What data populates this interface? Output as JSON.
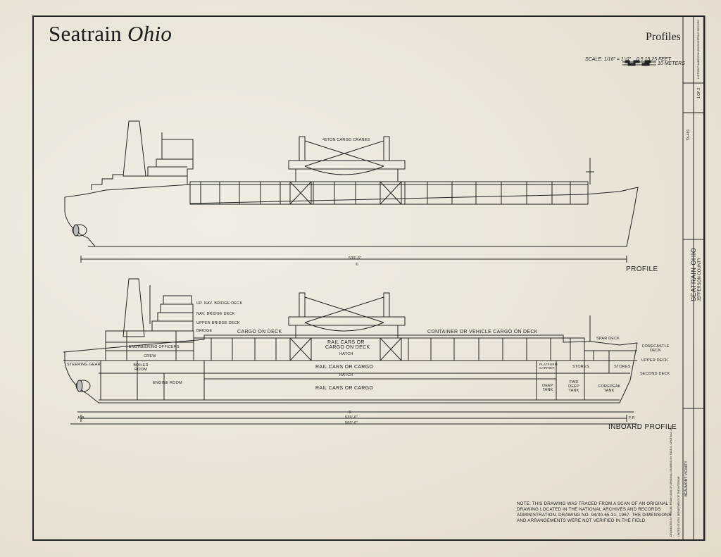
{
  "sheet": {
    "title_main": "Seatrain",
    "title_italic": "Ohio",
    "subtitle": "Profiles",
    "scale_text": "SCALE: 1/16\" = 1'-0\"",
    "scale_feet": "0  5   15   25 FEET",
    "scale_meters": "10 METERS"
  },
  "profile": {
    "label": "PROFILE",
    "cranes_label": "45TON CARGO CRANES",
    "length_dim": "539'-6\"",
    "centerline": "©"
  },
  "inboard": {
    "label": "INBOARD PROFILE",
    "length_dim": "539'-6\"",
    "length_dim2": "560'-0\"",
    "ap": "A.P.",
    "fp": "F.P.",
    "centerline": "©",
    "decks": {
      "up_nav_bridge": "UP. NAV. BRIDGE DECK",
      "nav_bridge": "NAV. BRIDGE DECK",
      "upper_bridge": "UPPER BRIDGE DECK",
      "bridge": "BRIDGE"
    },
    "cargo_on_deck": "CARGO ON DECK",
    "rail_cars_or": "RAIL CARS OR",
    "cargo_on_deck2": "CARGO ON DECK",
    "hatch1": "HATCH",
    "hatch2": "HATCH",
    "container_cargo": "CONTAINER OR VEHICLE CARGO ON DECK",
    "rail_cars_cargo_1": "RAIL CARS OR CARGO",
    "rail_cars_cargo_2": "RAIL CARS OR CARGO",
    "engineering_officers": "ENGINEERING OFFICERS",
    "crew": "CREW",
    "boiler_room": "BOILER ROOM",
    "engine_room": "ENGINE ROOM",
    "steering_gear": "STEERING GEAR",
    "deep_tank": "DEEP TANK",
    "fwd_deep_tank": "FWD DEEP TANK",
    "forepeak_tank": "FOREPEAK TANK",
    "stores1": "STORES",
    "stores2": "STORES",
    "platform": "PLATFORM CARRIER",
    "spar_deck": "SPAR DECK",
    "forecastle_deck": "FORECASTLE DECK",
    "upper_deck": "UPPER DECK",
    "second_deck": "SECOND DECK"
  },
  "titleblock": {
    "name": "SEATRAIN OHIO",
    "location": "JEFFERSON COUNTY",
    "state": "BEAUMONT VICINITY",
    "survey": "TX-481",
    "sheet_no": "1 OF 2",
    "agency": "HISTORIC AMERICAN ENGINEERING RECORD",
    "delineator": "DELINEATED BY TRACED FROM SCAN OF ORIGINAL DRAWING BY TODD A. CROTEAU, 2011",
    "dept": "UNITED STATES DEPARTMENT OF THE INTERIOR"
  },
  "note": "NOTE: THIS DRAWING WAS TRACED FROM A SCAN OF AN ORIGINAL DRAWING LOCATED IN THE NATIONAL ARCHIVES AND RECORDS ADMINISTRATION, DRAWING NO. 94/30-65-31, 1967. THE DIMENSIONS AND ARRANGEMENTS WERE NOT VERIFIED IN THE FIELD."
}
